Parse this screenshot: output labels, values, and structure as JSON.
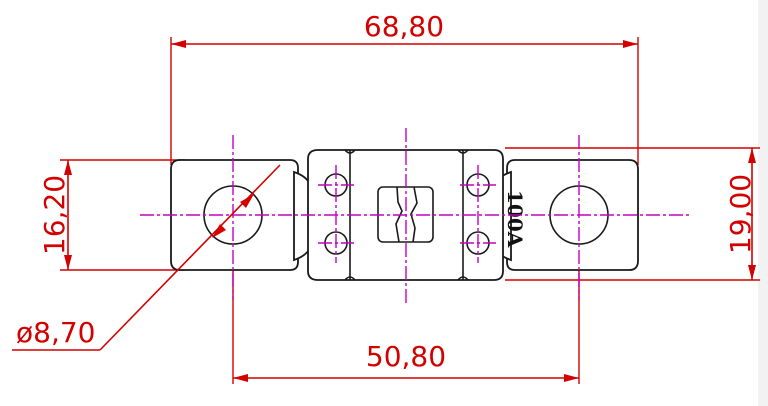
{
  "drawing": {
    "rating_label": "100A",
    "dimensions": {
      "overall_length": "68,80",
      "hole_spacing": "50,80",
      "terminal_width": "16,20",
      "overall_height": "19,00",
      "hole_diameter": "ø8,70"
    }
  },
  "colors": {
    "dimension": "#d40000",
    "center_line": "#c400c4",
    "outline": "#1a1a1a"
  }
}
